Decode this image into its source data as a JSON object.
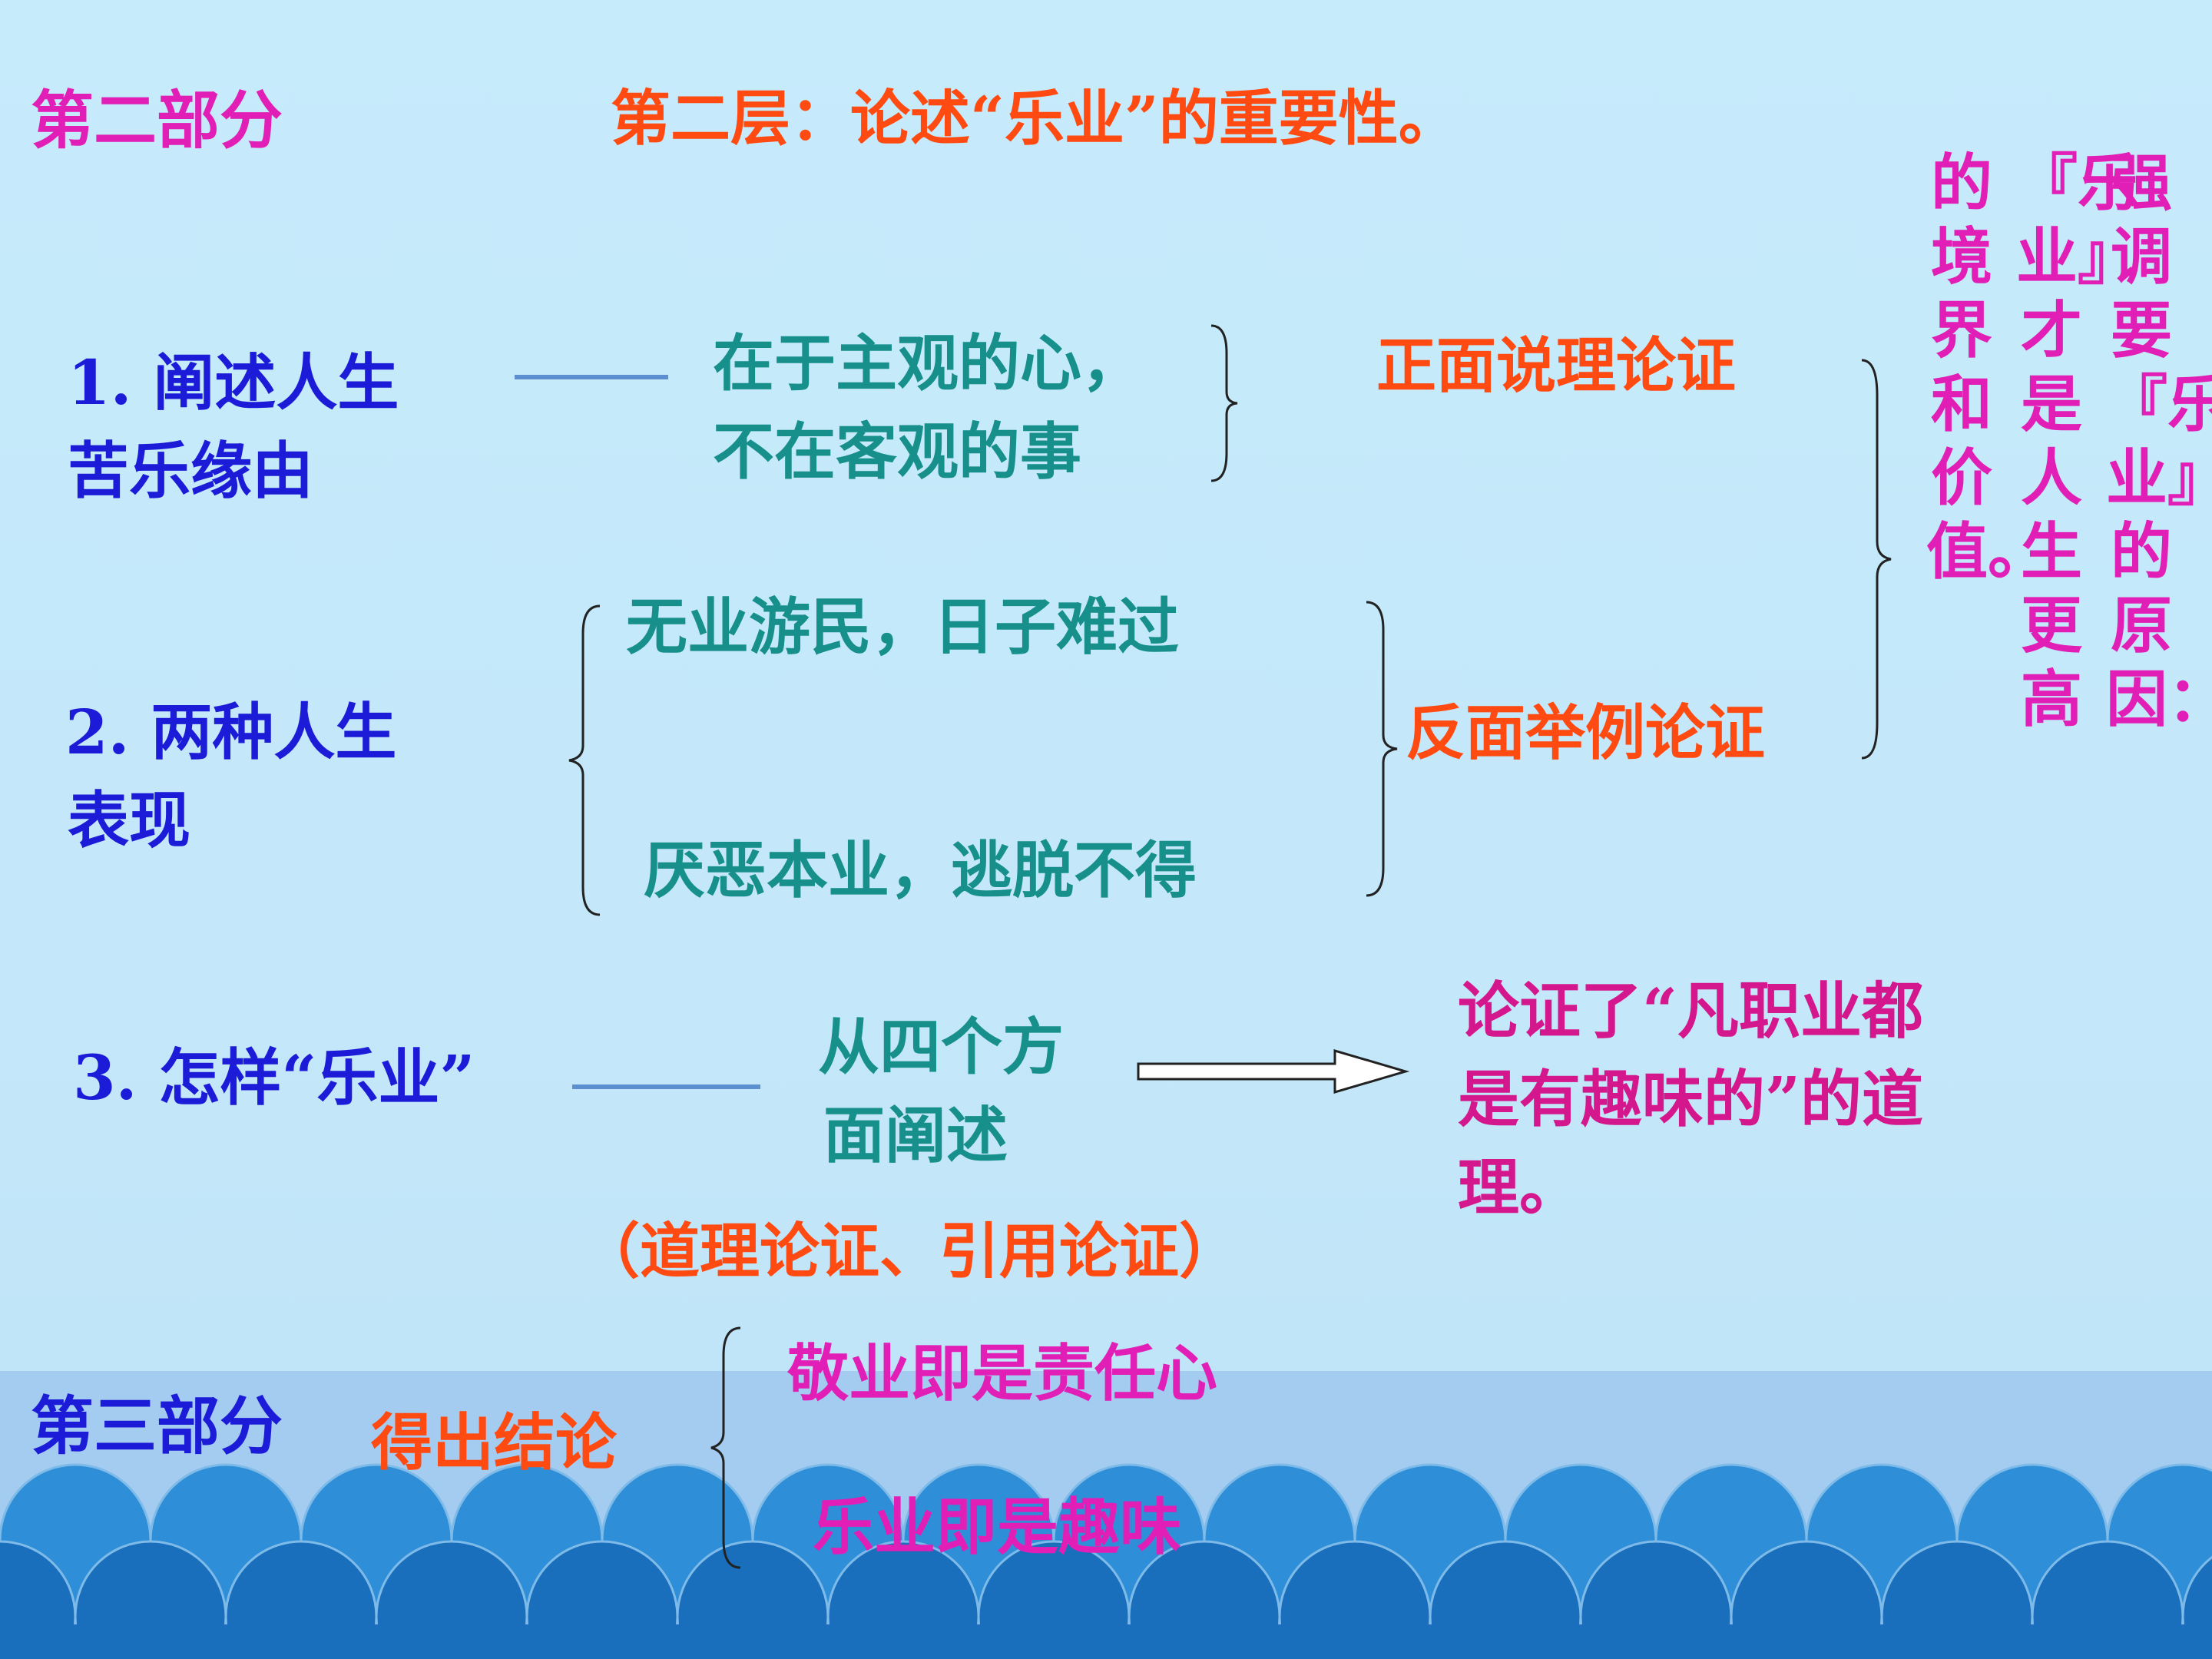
{
  "colors": {
    "magenta": "#e11fb6",
    "orange": "#ff4a12",
    "blue": "#1c1cd8",
    "teal": "#178f8a",
    "crimson": "#d4178c",
    "line": "#5b8fd0",
    "wave_light": "#2f8ed8",
    "wave_dark": "#1a6fbd",
    "bottom_band": "#a3ccf0"
  },
  "header": {
    "part_two": "第二部分",
    "layer_title": "第二层：论述“乐业”的重要性。"
  },
  "side_note": {
    "columns": [
      "强调要『乐业』的原因：",
      "『乐业』才是人生更高",
      "的境界和价值。"
    ]
  },
  "section1": {
    "label_line1": "1. 阐述人生",
    "label_line2": "苦乐缘由",
    "point_line1": "在于主观的心，",
    "point_line2": "不在客观的事",
    "method": "正面说理论证"
  },
  "section2": {
    "label_line1": "2. 两种人生",
    "label_line2": "表现",
    "case1": "无业游民，日子难过",
    "case2": "厌恶本业，逃脱不得",
    "method": "反面举例论证"
  },
  "section3": {
    "label": "3. 怎样“乐业”",
    "point_line1": "从四个方",
    "point_line2": "面阐述",
    "result_line1": "论证了“凡职业都",
    "result_line2": "是有趣味的”的道",
    "result_line3": "理。",
    "methods": "（道理论证、引用论证）"
  },
  "part_three": {
    "label": "第三部分",
    "conclusion": "得出结论",
    "point1": "敬业即是责任心",
    "point2": "乐业即是趣味"
  }
}
